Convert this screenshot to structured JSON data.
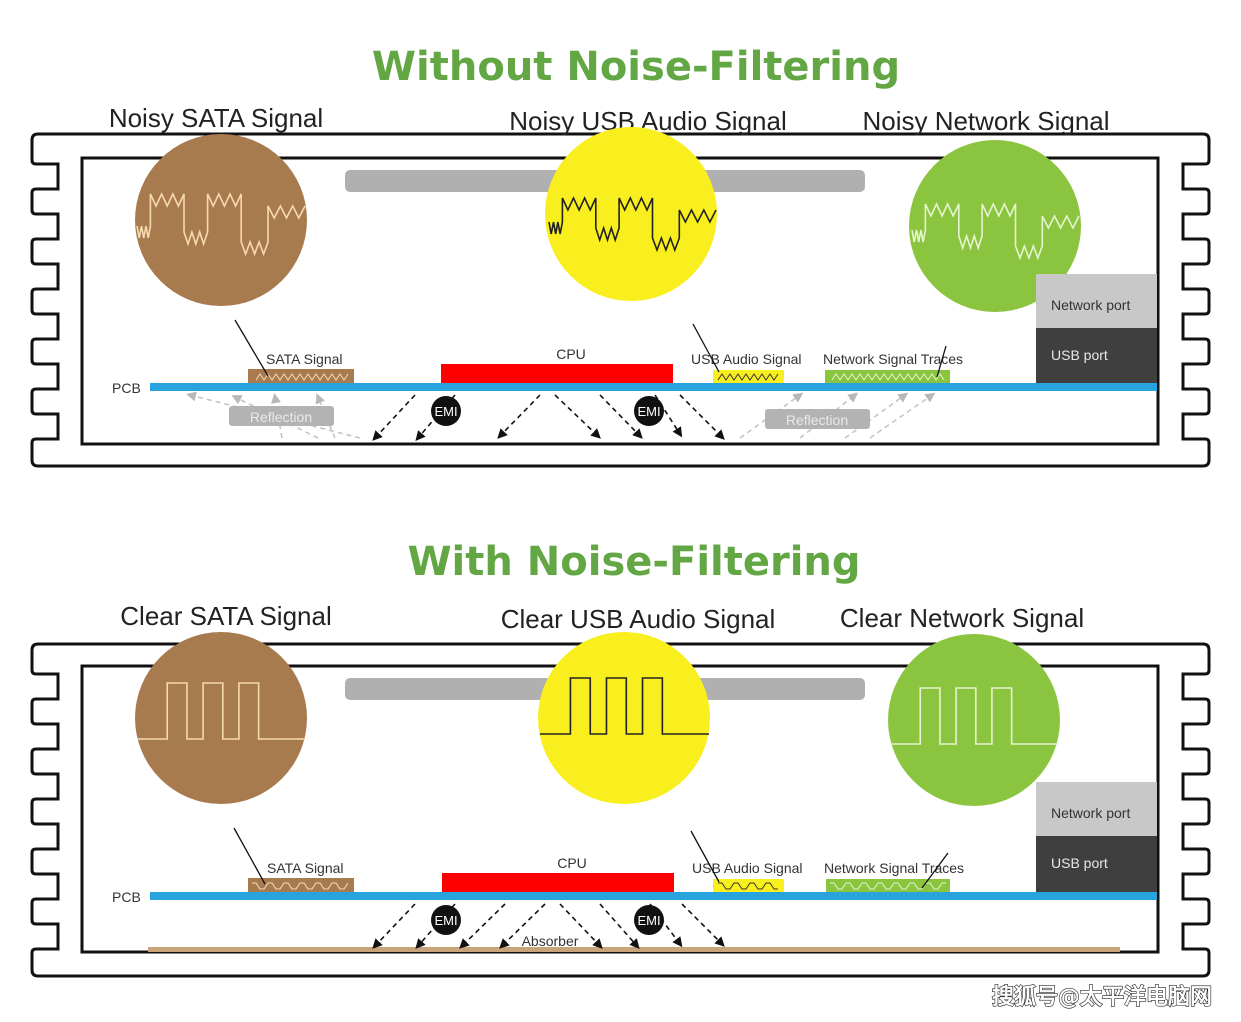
{
  "colors": {
    "title_green": "#62a744",
    "sata_brown": "#a87b4f",
    "usb_yellow": "#f9ef1e",
    "network_green": "#8bc53f",
    "cpu_red": "#ff0000",
    "pcb_blue": "#29a3dd",
    "network_port_gray": "#c8c8c8",
    "usb_port_dark": "#3f3f3f",
    "reflection_gray": "#b3b3b3",
    "absorber_tan": "#c9a47a"
  },
  "panels": [
    {
      "id": "without",
      "title": "Without Noise-Filtering",
      "signal_mode": "noisy",
      "signals": [
        {
          "key": "sata",
          "title": "Noisy SATA Signal",
          "trace_label": "SATA Signal"
        },
        {
          "key": "usb",
          "title": "Noisy USB Audio Signal",
          "trace_label": "USB Audio Signal"
        },
        {
          "key": "network",
          "title": "Noisy Network Signal",
          "trace_label": "Network Signal Traces"
        }
      ],
      "pcb_label": "PCB",
      "cpu_label": "CPU",
      "emi_label": "EMI",
      "reflection_label": "Reflection",
      "network_port_label": "Network port",
      "usb_port_label": "USB port"
    },
    {
      "id": "with",
      "title": "With Noise-Filtering",
      "signal_mode": "clear",
      "signals": [
        {
          "key": "sata",
          "title": "Clear SATA Signal",
          "trace_label": "SATA Signal"
        },
        {
          "key": "usb",
          "title": "Clear USB Audio Signal",
          "trace_label": "USB Audio Signal"
        },
        {
          "key": "network",
          "title": "Clear Network Signal",
          "trace_label": "Network Signal Traces"
        }
      ],
      "pcb_label": "PCB",
      "cpu_label": "CPU",
      "emi_label": "EMI",
      "absorber_label": "Absorber",
      "network_port_label": "Network port",
      "usb_port_label": "USB port"
    }
  ],
  "watermark": "搜狐号@太平洋电脑网"
}
